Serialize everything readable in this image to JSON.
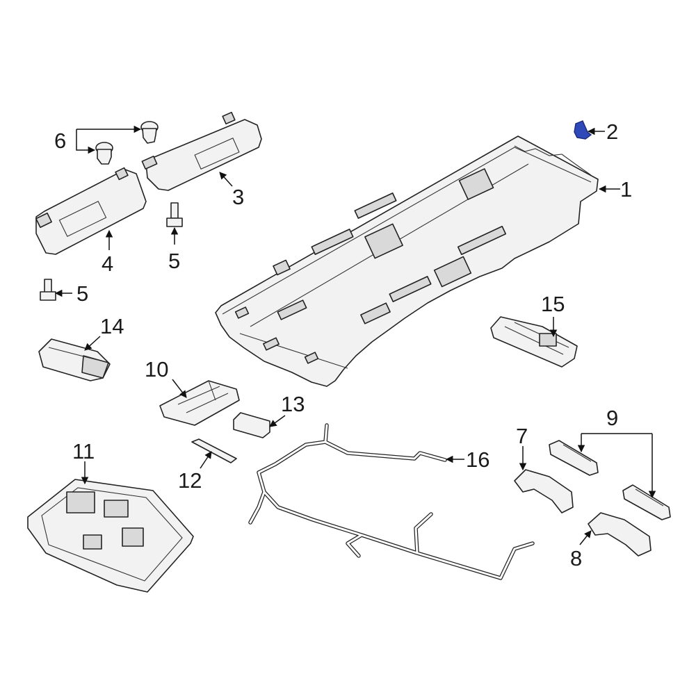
{
  "callouts": {
    "c1": "1",
    "c2": "2",
    "c3": "3",
    "c4": "4",
    "c5a": "5",
    "c5b": "5",
    "c6": "6",
    "c7": "7",
    "c8": "8",
    "c9": "9",
    "c10": "10",
    "c11": "11",
    "c12": "12",
    "c13": "13",
    "c14": "14",
    "c15": "15",
    "c16": "16"
  },
  "colors": {
    "highlight_part": "#2f49b8",
    "line": "#222222",
    "fill": "#f2f2f2"
  }
}
